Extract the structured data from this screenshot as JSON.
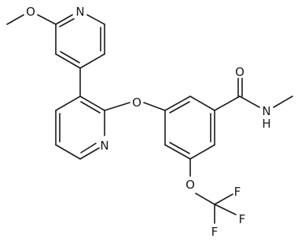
{
  "diagram": {
    "colors": {
      "bond": "#1a1a1a",
      "background": "#ffffff"
    },
    "atom_labels": {
      "methoxy_oxygen": "O",
      "pyridine_top_nitrogen": "N",
      "ether_oxygen": "O",
      "pyridine_bottom_nitrogen": "N",
      "carbonyl_oxygen": "O",
      "amide_nitrogen": "N",
      "amide_hydrogen": "H",
      "trifluoromethoxy_oxygen": "O",
      "fluorine_top": "F",
      "fluorine_right": "F",
      "fluorine_bottom": "F"
    }
  }
}
